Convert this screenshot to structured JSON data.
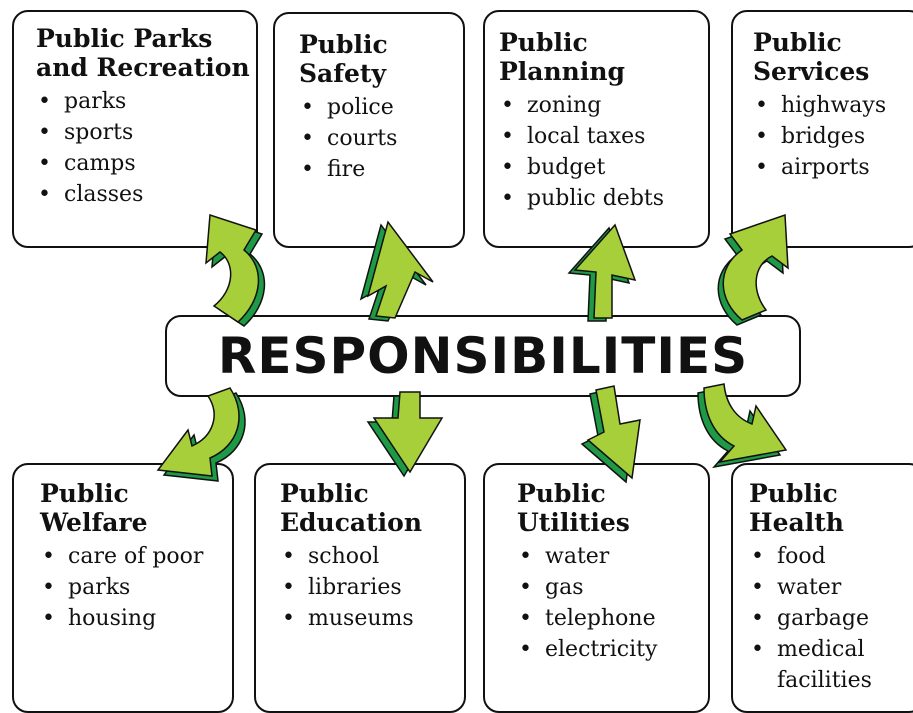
{
  "center_title": "RESPONSIBILITIES",
  "colors": {
    "arrow_fill": "#a7cf3a",
    "arrow_shade": "#1e9a47",
    "outline": "#111111"
  },
  "boxes": [
    {
      "title": "Public Parks\nand Recreation",
      "items": [
        "parks",
        "sports",
        "camps",
        "classes"
      ]
    },
    {
      "title": "Public\nSafety",
      "items": [
        "police",
        "courts",
        "fire"
      ]
    },
    {
      "title": "Public\nPlanning",
      "items": [
        "zoning",
        "local taxes",
        "budget",
        "public debts"
      ]
    },
    {
      "title": "Public\nServices",
      "items": [
        "highways",
        "bridges",
        "airports"
      ]
    },
    {
      "title": "Public\nWelfare",
      "items": [
        "care of poor",
        "parks",
        "housing"
      ]
    },
    {
      "title": "Public\nEducation",
      "items": [
        "school",
        "libraries",
        "museums"
      ]
    },
    {
      "title": "Public\nUtilities",
      "items": [
        "water",
        "gas",
        "telephone",
        "electricity"
      ]
    },
    {
      "title": "Public\nHealth",
      "items": [
        "food",
        "water",
        "garbage",
        "medical\nfacilities"
      ]
    }
  ]
}
